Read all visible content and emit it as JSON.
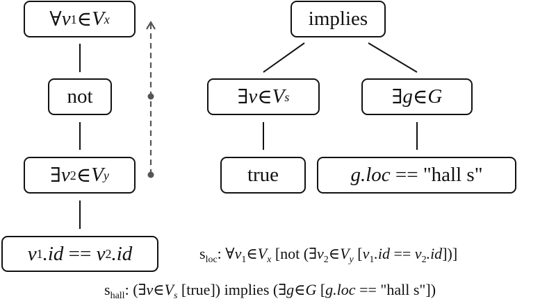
{
  "left_tree": {
    "root": {
      "quantifier": "∀",
      "var": "v",
      "var_sub": "1",
      "in": "∈",
      "set": "V",
      "set_sub": "x"
    },
    "not_node": {
      "label": "not"
    },
    "exists_node": {
      "quantifier": "∃",
      "var": "v",
      "var_sub": "2",
      "in": "∈",
      "set": "V",
      "set_sub": "y"
    },
    "leaf": {
      "lhs_var": "v",
      "lhs_sub": "1",
      "lhs_attr": ".id",
      "op": " == ",
      "rhs_var": "v",
      "rhs_sub": "2",
      "rhs_attr": ".id"
    }
  },
  "traversal_arrow": {
    "icon": "dashed-up-arrow-icon",
    "color": "#555555"
  },
  "right_tree": {
    "root": {
      "label": "implies"
    },
    "left_child": {
      "quantifier": "∃",
      "var": "v",
      "in": "∈",
      "set": "V",
      "set_sub": "s"
    },
    "right_child": {
      "quantifier": "∃",
      "var": "g",
      "in": "∈",
      "set": "G"
    },
    "left_leaf": {
      "label": "true"
    },
    "right_leaf": {
      "lhs": "g.loc",
      "op": " == ",
      "rhs": "\"hall s\""
    }
  },
  "formulas": {
    "s_loc": {
      "name": "s",
      "name_sub": "loc",
      "colon": ": ",
      "q1": "∀",
      "v1": "v",
      "v1_sub": "1",
      "in": "∈",
      "set1": "V",
      "set1_sub": "x",
      "mid1": " [not (",
      "q2": "∃",
      "v2": "v",
      "v2_sub": "2",
      "set2": "V",
      "set2_sub": "y",
      "open": " [",
      "a": "v",
      "a_sub": "1",
      "a_attr": ".id",
      "eq": " == ",
      "b": "v",
      "b_sub": "2",
      "b_attr": ".id",
      "close": "])]"
    },
    "s_hall": {
      "name": "s",
      "name_sub": "hall",
      "colon": ": ",
      "open1": "(",
      "q1": "∃",
      "v": "v",
      "in": "∈",
      "set1": "V",
      "set1_sub": "s",
      "body1": " [true]) implies (",
      "q2": "∃",
      "g": "g",
      "set2": "G",
      "open2": " [",
      "lhs": "g.loc",
      "eq": " == ",
      "rhs": "\"hall s\"",
      "close": "])"
    }
  }
}
